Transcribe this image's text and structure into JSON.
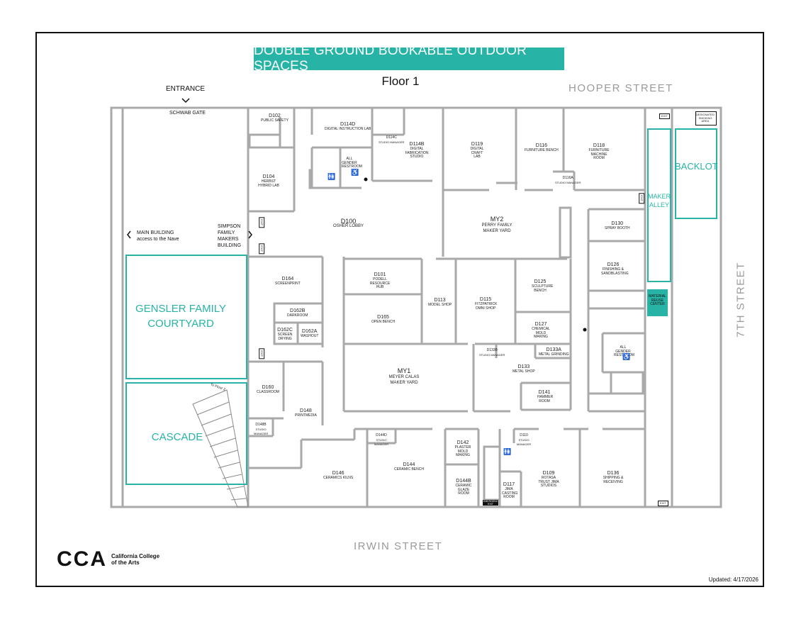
{
  "title": "DOUBLE GROUND BOOKABLE OUTDOOR SPACES",
  "floor": "Floor 1",
  "streets": {
    "north": "HOOPER STREET",
    "south": "IRWIN STREET",
    "east": "7TH STREET"
  },
  "entrance": {
    "label": "ENTRANCE",
    "gate": "SCHWAB GATE"
  },
  "main_building": "MAIN BUILDING\naccess to the Nave",
  "simpson": "SIMPSON\nFAMILY\nMAKERS\nBUILDING",
  "outdoor_spaces": {
    "courtyard": "GENSLER FAMILY COURTYARD",
    "cascade": "CASCADE",
    "backlot": "BACKLOT",
    "maker_alley": "MAKER ALLEY",
    "material_reuse": "MATERIAL REUSE CENTER"
  },
  "smoking_area": "DESIGNATED SMOKING AREA",
  "to_floor2": "To Floor 2",
  "rooms": [
    {
      "code": "D102",
      "name": "PUBLIC SAFETY"
    },
    {
      "code": "D114D",
      "name": "DIGITAL INSTRUCTION LAB"
    },
    {
      "code": "D114C",
      "name": "STUDIO MANAGER"
    },
    {
      "code": "D114B",
      "name": "DIGITAL FABRICATION STUDIO"
    },
    {
      "code": "D119",
      "name": "DIGITAL CRAFT LAB"
    },
    {
      "code": "D116",
      "name": "FURNITURE BENCH"
    },
    {
      "code": "D116A",
      "name": "STUDIO MANAGER"
    },
    {
      "code": "D118",
      "name": "FURNITURE MACHINE ROOM"
    },
    {
      "code": "",
      "name": "ALL GENDER RESTROOM"
    },
    {
      "code": "D104",
      "name": "HERBST HYBRID LAB"
    },
    {
      "code": "D100",
      "name": "OSHER LOBBY"
    },
    {
      "code": "MY2",
      "name": "PERRY FAMILY MAKER YARD"
    },
    {
      "code": "D130",
      "name": "SPRAY BOOTH"
    },
    {
      "code": "D126",
      "name": "FINISHING & SANDBLASTING"
    },
    {
      "code": "D164",
      "name": "SCREENPRINT"
    },
    {
      "code": "D162B",
      "name": "DARKROOM"
    },
    {
      "code": "D162C",
      "name": "SCREEN DRYING"
    },
    {
      "code": "D162A",
      "name": "WASHOUT"
    },
    {
      "code": "D101",
      "name": "PODELL RESOURCE HUB"
    },
    {
      "code": "D113",
      "name": "MODEL SHOP"
    },
    {
      "code": "D165",
      "name": "OPEN BENCH"
    },
    {
      "code": "D115",
      "name": "FITZPATRICK OMNI SHOP"
    },
    {
      "code": "D125",
      "name": "SCULPTURE BENCH"
    },
    {
      "code": "D127",
      "name": "CHEMICAL MOLD MAKING"
    },
    {
      "code": "",
      "name": "ALL GENDER RESTROOM"
    },
    {
      "code": "D133B",
      "name": "STUDIO MANAGER"
    },
    {
      "code": "D133A",
      "name": "METAL GRINDING"
    },
    {
      "code": "D133",
      "name": "METAL SHOP"
    },
    {
      "code": "MY1",
      "name": "MEYER CALAS MAKER YARD"
    },
    {
      "code": "D141",
      "name": "HAMMER ROOM"
    },
    {
      "code": "D160",
      "name": "CLASSROOM"
    },
    {
      "code": "D148",
      "name": "PRINTMEDIA"
    },
    {
      "code": "D148B",
      "name": "STUDIO MANAGER"
    },
    {
      "code": "D144D",
      "name": "STUDIO MANAGER"
    },
    {
      "code": "D142",
      "name": "PLASTER MOLD MAKING"
    },
    {
      "code": "D110",
      "name": "STUDIO MANAGER"
    },
    {
      "code": "D146",
      "name": "CERAMICS KILNS"
    },
    {
      "code": "D144",
      "name": "CERAMIC BENCH"
    },
    {
      "code": "D144B",
      "name": "CERAMIC GLAZE ROOM"
    },
    {
      "code": "D117",
      "name": "JIMA CASTING ROOM"
    },
    {
      "code": "D109",
      "name": "ROTASA TRUST JIMA STUDIOS"
    },
    {
      "code": "D136",
      "name": "SHIPPING & RECEIVING"
    }
  ],
  "exits": [
    "EXIT",
    "EXIT",
    "EXIT",
    "EXIT",
    "EXIT",
    "EXIT"
  ],
  "emergency_exit": "EMERGENCY EXIT",
  "logo": {
    "mark": "CCA",
    "text": "California College\nof the Arts"
  },
  "updated": "Updated: 4/17/2026",
  "colors": {
    "accent": "#27b3a6",
    "wall": "#a9a9a9",
    "street": "#9a9a9a"
  }
}
